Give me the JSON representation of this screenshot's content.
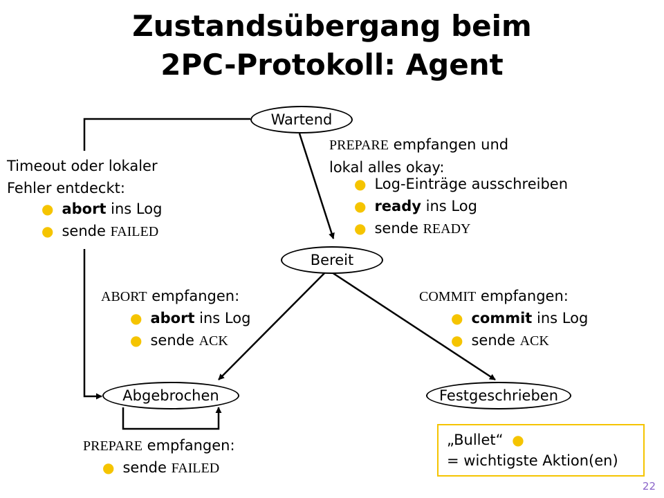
{
  "title": {
    "line1": "Zustandsübergang beim",
    "line2": "2PC-Protokoll: Agent"
  },
  "states": {
    "wartend": "Wartend",
    "bereit": "Bereit",
    "abgebrochen": "Abgebrochen",
    "festgeschrieben": "Festgeschrieben"
  },
  "transitions": {
    "prepare_ok": {
      "keyword": "PREPARE",
      "text": " empfangen und",
      "line2": "lokal alles okay:",
      "items": [
        {
          "plain": "Log-Einträge ausschreiben"
        },
        {
          "bold": "ready",
          "rest": " ins Log"
        },
        {
          "pre": "sende ",
          "mono": "READY"
        }
      ]
    },
    "timeout": {
      "line1": "Timeout oder lokaler",
      "line2": "Fehler entdeckt:",
      "items": [
        {
          "bold": "abort",
          "rest": " ins Log"
        },
        {
          "pre": "sende ",
          "mono": "FAILED"
        }
      ]
    },
    "abort": {
      "keyword": "ABORT",
      "text": " empfangen:",
      "items": [
        {
          "bold": "abort",
          "rest": " ins Log"
        },
        {
          "pre": "sende ",
          "mono": "ACK"
        }
      ]
    },
    "commit": {
      "keyword": "COMMIT",
      "text": " empfangen:",
      "items": [
        {
          "bold": "commit",
          "rest": " ins Log"
        },
        {
          "pre": "sende ",
          "mono": "ACK"
        }
      ]
    },
    "prepare_abgebrochen": {
      "keyword": "PREPARE",
      "text": " empfangen:",
      "items": [
        {
          "pre": "sende ",
          "mono": "FAILED"
        }
      ]
    }
  },
  "legend": {
    "line1": "„Bullet“",
    "line2": "= wichtigste Aktion(en)"
  },
  "bullet_glyph": "l",
  "page_number": "22",
  "colors": {
    "bullet": "#F5C400",
    "legend_border": "#F5C400",
    "page_number": "#8a63c9"
  }
}
